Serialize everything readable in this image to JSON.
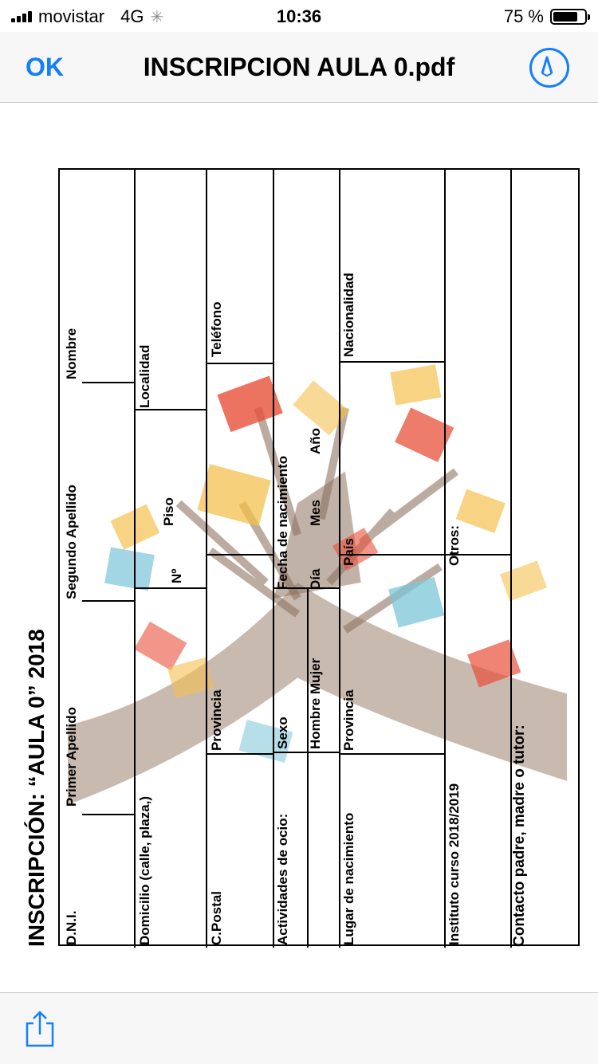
{
  "status_bar": {
    "carrier": "movistar",
    "network": "4G",
    "time": "10:36",
    "battery": "75 %",
    "battery_level": 0.75
  },
  "navbar": {
    "done_label": "OK",
    "title": "INSCRIPCION AULA 0.pdf",
    "markup_icon": "markup-pen-icon"
  },
  "document": {
    "heading": "INSCRIPCIÓN:  “AULA 0” 2018",
    "fields": {
      "dni": "D.N.I.",
      "primer_apellido": "Primer Apellido",
      "segundo_apellido": "Segundo Apellido",
      "nombre": "Nombre",
      "domicilio": "Domicilio (calle, plaza,)",
      "numero": "Nº",
      "piso": "Piso",
      "localidad": "Localidad",
      "cpostal": "C.Postal",
      "provincia": "Provincia",
      "telefono": "Teléfono",
      "actividades": "Actividades de ocio:",
      "sexo": "Sexo",
      "hombre_mujer": "Hombre Mujer",
      "fecha_nacimiento": "Fecha de nacimiento",
      "dia": "Día",
      "mes": "Mes",
      "anio": "Año",
      "lugar_nacimiento": "Lugar de nacimiento",
      "provincia2": "Provincia",
      "pais": "País",
      "nacionalidad": "Nacionalidad",
      "instituto": "Instituto curso 2018/2019",
      "otros": "Otros:",
      "contacto": "Contacto padre, madre o tutor:"
    }
  },
  "toolbar": {
    "share_icon": "share-icon"
  },
  "colors": {
    "accent": "#157efb",
    "book_red": "#e8503a",
    "book_yellow": "#f3c04e",
    "book_blue": "#7cc5d8",
    "trunk": "#7a5a44"
  }
}
